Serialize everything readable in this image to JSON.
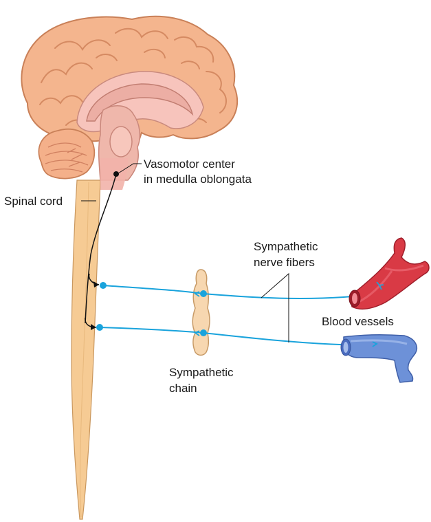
{
  "labels": {
    "vasomotor_line1": "Vasomotor center",
    "vasomotor_line2": "in medulla oblongata",
    "spinal_cord": "Spinal cord",
    "sym_nerve_line1": "Sympathetic",
    "sym_nerve_line2": "nerve fibers",
    "blood_vessels": "Blood vessels",
    "sym_chain_line1": "Sympathetic",
    "sym_chain_line2": "chain"
  },
  "colors": {
    "nerve_fiber": "#19a3dc",
    "spinal_cord": "#f6cb94",
    "brain": "#f4b58e",
    "brainstem": "#efb7ab",
    "artery": "#d93a45",
    "vein": "#6d91d8",
    "black_pathway": "#111111"
  },
  "icons": [
    "brain-illustration",
    "artery-illustration",
    "vein-illustration"
  ]
}
